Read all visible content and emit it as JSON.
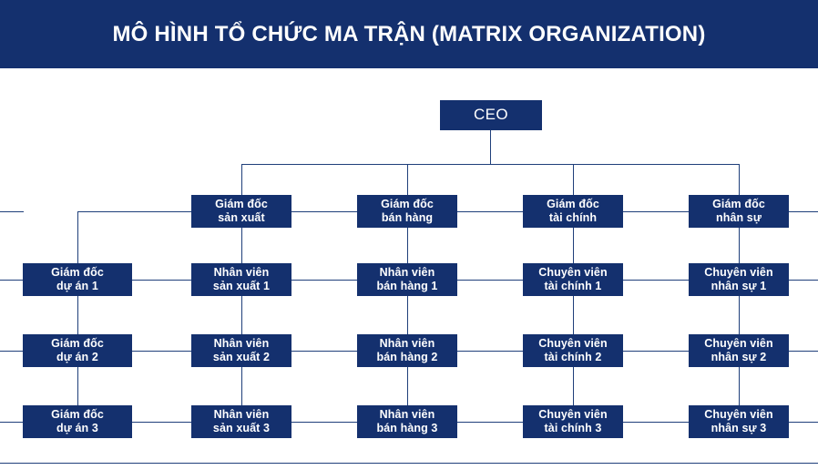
{
  "header": {
    "title": "MÔ HÌNH TỔ CHỨC MA TRẬN (MATRIX ORGANIZATION)",
    "background_color": "#14306e",
    "text_color": "#ffffff"
  },
  "theme": {
    "node_fill": "#14306e",
    "node_text": "#ffffff",
    "connector_color": "#1f3f7a",
    "page_background": "#ffffff"
  },
  "chart_data": {
    "type": "org-chart",
    "title": "MÔ HÌNH TỔ CHỨC MA TRẬN (MATRIX ORGANIZATION)",
    "orientation": "top-down matrix",
    "root": {
      "id": "ceo",
      "label": "CEO"
    },
    "functional_directors": [
      {
        "id": "dir-production",
        "label": "Giám đốc\nsản xuất"
      },
      {
        "id": "dir-sales",
        "label": "Giám đốc\nbán hàng"
      },
      {
        "id": "dir-finance",
        "label": "Giám đốc\ntài chính"
      },
      {
        "id": "dir-hr",
        "label": "Giám đốc\nnhân sự"
      }
    ],
    "project_managers": [
      {
        "id": "pm-1",
        "label": "Giám đốc\ndự án 1"
      },
      {
        "id": "pm-2",
        "label": "Giám đốc\ndự án 2"
      },
      {
        "id": "pm-3",
        "label": "Giám đốc\ndự án 3"
      }
    ],
    "matrix_rows": [
      {
        "project": "Giám đốc\ndự án 1",
        "cells": [
          {
            "id": "cell-prod-1",
            "label": "Nhân viên\nsản xuất 1"
          },
          {
            "id": "cell-sales-1",
            "label": "Nhân viên\nbán hàng 1"
          },
          {
            "id": "cell-fin-1",
            "label": "Chuyên viên\ntài chính 1"
          },
          {
            "id": "cell-hr-1",
            "label": "Chuyên viên\nnhân sự 1"
          }
        ]
      },
      {
        "project": "Giám đốc\ndự án 2",
        "cells": [
          {
            "id": "cell-prod-2",
            "label": "Nhân viên\nsản xuất 2"
          },
          {
            "id": "cell-sales-2",
            "label": "Nhân viên\nbán hàng 2"
          },
          {
            "id": "cell-fin-2",
            "label": "Chuyên viên\ntài chính 2"
          },
          {
            "id": "cell-hr-2",
            "label": "Chuyên viên\nnhân sự 2"
          }
        ]
      },
      {
        "project": "Giám đốc\ndự án 3",
        "cells": [
          {
            "id": "cell-prod-3",
            "label": "Nhân viên\nsản xuất 3"
          },
          {
            "id": "cell-sales-3",
            "label": "Nhân viên\nbán hàng 3"
          },
          {
            "id": "cell-fin-3",
            "label": "Chuyên viên\ntài chính 3"
          },
          {
            "id": "cell-hr-3",
            "label": "Chuyên viên\nnhân sự 3"
          }
        ]
      }
    ]
  },
  "nodes": {
    "ceo": "CEO",
    "dir_production": "Giám đốc\nsản xuất",
    "dir_sales": "Giám đốc\nbán hàng",
    "dir_finance": "Giám đốc\ntài chính",
    "dir_hr": "Giám đốc\nnhân sự",
    "pm_1": "Giám đốc\ndự án 1",
    "pm_2": "Giám đốc\ndự án 2",
    "pm_3": "Giám đốc\ndự án 3",
    "prod_1": "Nhân viên\nsản xuất 1",
    "prod_2": "Nhân viên\nsản xuất 2",
    "prod_3": "Nhân viên\nsản xuất 3",
    "sales_1": "Nhân viên\nbán hàng 1",
    "sales_2": "Nhân viên\nbán hàng 2",
    "sales_3": "Nhân viên\nbán hàng 3",
    "fin_1": "Chuyên viên\ntài chính 1",
    "fin_2": "Chuyên viên\ntài chính 2",
    "fin_3": "Chuyên viên\ntài chính 3",
    "hr_1": "Chuyên viên\nnhân sự 1",
    "hr_2": "Chuyên viên\nnhân sự 2",
    "hr_3": "Chuyên viên\nnhân sự 3"
  }
}
